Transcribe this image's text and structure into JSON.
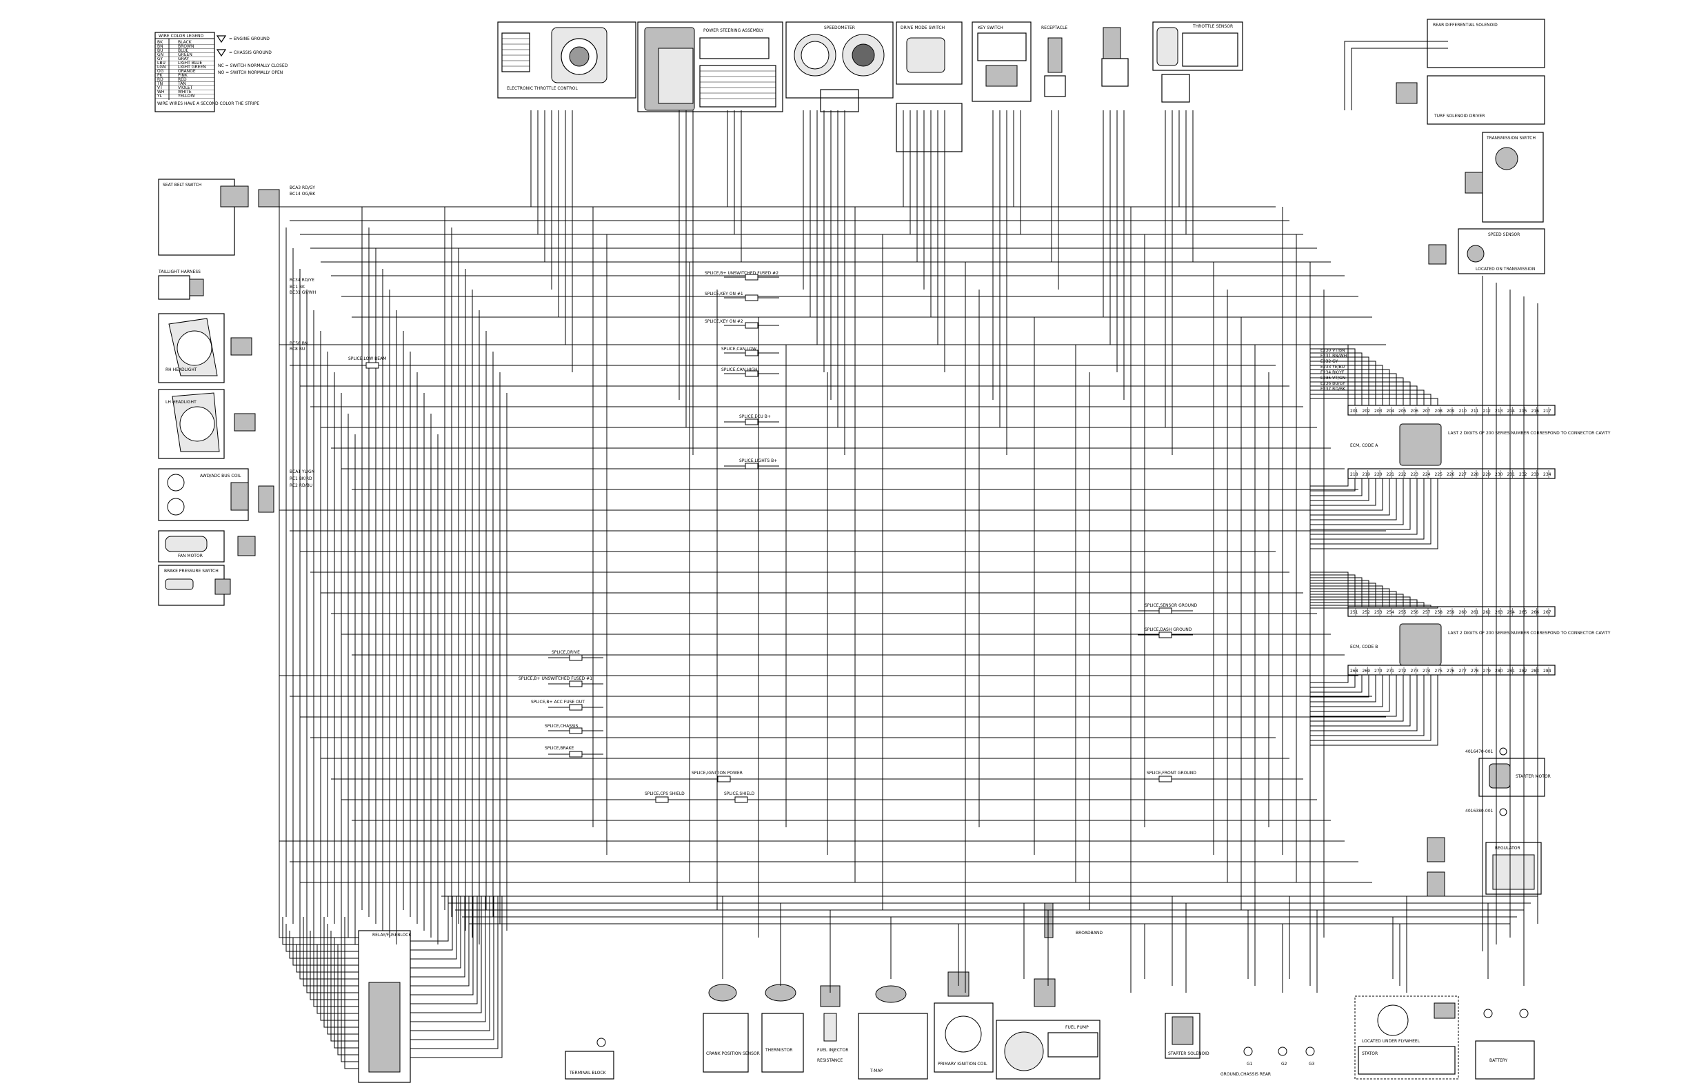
{
  "legend": {
    "wire_color_header": "WIRE COLOR LEGEND",
    "colors": [
      "BK BLACK",
      "BN BROWN",
      "BU BLUE",
      "GN GREEN",
      "GY GRAY",
      "LBU LIGHT BLUE",
      "LGN LIGHT GREEN",
      "OG ORANGE",
      "PK PINK",
      "RD RED",
      "TN TAN",
      "VT VIOLET",
      "WH WHITE",
      "YL YELLOW"
    ],
    "note": "WIRE WIRES HAVE A SECOND COLOR THE STRIPE",
    "symbols": [
      "= ENGINE GROUND",
      "= CHASSIS GROUND",
      "NC = SWITCH NORMALLY CLOSED",
      "NO = SWITCH NORMALLY OPEN"
    ]
  },
  "components": {
    "etc": "ELECTRONIC THROTTLE CONTROL",
    "power_steering": "POWER STEERING ASSEMBLY",
    "speedometer": "SPEEDOMETER",
    "drive_mode": "DRIVE MODE SWITCH",
    "key_switch": "KEY SWITCH",
    "receptacle": "RECEPTACLE",
    "throttle_sensor": "THROTTLE SENSOR",
    "rear_diff": "REAR DIFFERENTIAL SOLENOID",
    "turf_driver": "TURF SOLENOID DRIVER",
    "transmission_switch": "TRANSMISSION SWITCH",
    "speed_sensor": "SPEED SENSOR",
    "speed_sensor_note": "LOCATED ON TRANSMISSION",
    "seat_belt": "SEAT BELT SWITCH",
    "taillight": "TAILLIGHT HARNESS",
    "rh_headlight": "RH HEADLIGHT",
    "lh_headlight": "LH HEADLIGHT",
    "awd_coil": "AWD/ADC BUS COIL",
    "fan_motor": "FAN MOTOR",
    "brake_switch": "BRAKE PRESSURE SWITCH",
    "ecm_a": "ECM, CODE A",
    "ecm_a_note": "LAST 2 DIGITS OF 200 SERIES NUMBER CORRESPOND TO CONNECTOR CAVITY",
    "ecm_b": "ECM, CODE B",
    "ecm_b_note": "LAST 2 DIGITS OF 200 SERIES NUMBER CORRESPOND TO CONNECTOR CAVITY",
    "starter_motor": "STARTER MOTOR",
    "regulator": "REGULATOR",
    "relay_fuse": "RELAY/FUSEBLOCK",
    "terminal_block": "TERMINAL BLOCK",
    "crank_sensor": "CRANK POSITION SENSOR",
    "thermistor": "THERMISTOR",
    "injector": "FUEL INJECTOR",
    "resistance_box": "RESISTANCE",
    "tmap": "T-MAP",
    "ignition": "PRIMARY IGNITION COIL",
    "fuel_pump": "FUEL PUMP",
    "broadband": "BROADBAND",
    "starter_solenoid": "STARTER SOLENOID",
    "ground_chassis_rear": "GROUND,CHASSIS REAR",
    "stator": "STATOR",
    "stator_note": "LOCATED UNDER FLYWHEEL",
    "battery": "BATTERY"
  },
  "splices": {
    "b_unswitched2": "SPLICE,B+ UNSWITCHED FUSED #2",
    "keyon1": "SPLICE,KEY ON #1",
    "keyon2": "SPLICE,KEY ON #2",
    "can_low": "SPLICE,CAN LOW",
    "can_high": "SPLICE,CAN HIGH",
    "ecu_b": "SPLICE,ECU B+",
    "lights": "SPLICE,LIGHTS B+",
    "low_beam": "SPLICE,LOW BEAM",
    "sensor_ground": "SPLICE,SENSOR GROUND",
    "dash_ground": "SPLICE,DASH GROUND",
    "drive": "SPLICE,DRIVE",
    "b_unswitched1": "SPLICE,B+ UNSWITCHED FUSED #1",
    "acc_fuse": "SPLICE,B+ ACC FUSE OUT",
    "chassis": "SPLICE,CHASSIS",
    "brake": "SPLICE,BRAKE",
    "ignition_power": "SPLICE,IGNITION POWER",
    "front_ground": "SPLICE,FRONT GROUND",
    "cps_shield": "SPLICE,CPS SHIELD",
    "shield": "SPLICE,SHIELD"
  },
  "wire_labels": {
    "left": [
      "BCA3 RD/GY",
      "BC14 OG/BK",
      "RC34 RD/YE",
      "BC1 BK",
      "BC31 GY/WH",
      "BC56 BN",
      "RC8 BU",
      "BCA1 YL/GN",
      "RC1 BK/RD",
      "RC2 RD/BU"
    ],
    "right": [
      "E230 VT/BN",
      "E231 BN/WH",
      "E232 GY",
      "E233 YE/BU",
      "E234 BK/YE",
      "E235 VT/GN",
      "E236 BU/GY",
      "E237 RD/BK"
    ]
  },
  "ecm_pin_rows": {
    "a_top": [
      "201",
      "202",
      "203",
      "204",
      "205",
      "206",
      "207",
      "208",
      "209",
      "210",
      "211",
      "212",
      "213",
      "214",
      "215",
      "216",
      "217"
    ],
    "a_bottom": [
      "218",
      "219",
      "220",
      "221",
      "222",
      "223",
      "224",
      "225",
      "226",
      "227",
      "228",
      "229",
      "230",
      "231",
      "232",
      "233",
      "234"
    ],
    "b_top": [
      "251",
      "252",
      "253",
      "254",
      "255",
      "256",
      "257",
      "258",
      "259",
      "260",
      "261",
      "262",
      "263",
      "264",
      "265",
      "266",
      "267"
    ],
    "b_bottom": [
      "268",
      "269",
      "270",
      "271",
      "272",
      "273",
      "274",
      "275",
      "276",
      "277",
      "278",
      "279",
      "280",
      "281",
      "282",
      "283",
      "284"
    ]
  },
  "ground_points": [
    "G1",
    "G2",
    "G3"
  ],
  "part_numbers": [
    "4016470-001",
    "4016380-001"
  ]
}
